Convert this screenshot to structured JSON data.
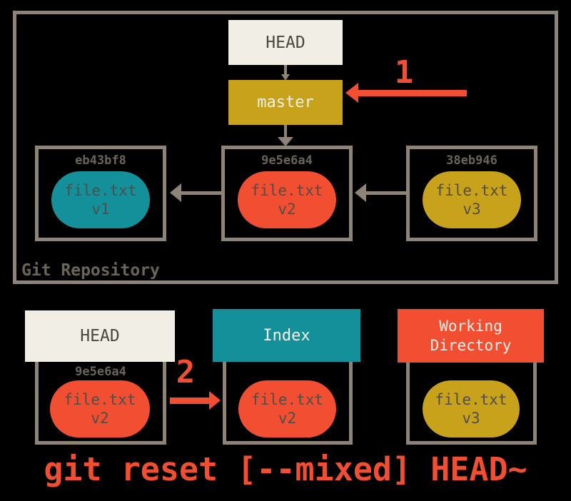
{
  "colors": {
    "background": "#000000",
    "red": "#f14e32",
    "teal": "#14909a",
    "gold": "#c9a21b",
    "cream": "#f0eee5",
    "border_gray": "#8d8477",
    "label_gray": "#6b645a",
    "pill_text": "#514d47",
    "header_text_dark": "#4c4640",
    "header_text_light": "#f5f2ea"
  },
  "repository": {
    "label": "Git Repository",
    "head_label": "HEAD",
    "branch_label": "master",
    "commits": [
      {
        "hash": "eb43bf8",
        "file": "file.txt",
        "version": "v1",
        "color": "teal"
      },
      {
        "hash": "9e5e6a4",
        "file": "file.txt",
        "version": "v2",
        "color": "red"
      },
      {
        "hash": "38eb946",
        "file": "file.txt",
        "version": "v3",
        "color": "gold"
      }
    ]
  },
  "steps": {
    "step1": "1",
    "step2": "2"
  },
  "areas": {
    "head": {
      "title": "HEAD",
      "hash": "9e5e6a4",
      "file": "file.txt",
      "version": "v2",
      "color": "red"
    },
    "index": {
      "title": "Index",
      "file": "file.txt",
      "version": "v2",
      "color": "red"
    },
    "working_directory": {
      "title": "Working Directory",
      "file": "file.txt",
      "version": "v3",
      "color": "gold"
    }
  },
  "caption": "git reset [--mixed] HEAD~"
}
